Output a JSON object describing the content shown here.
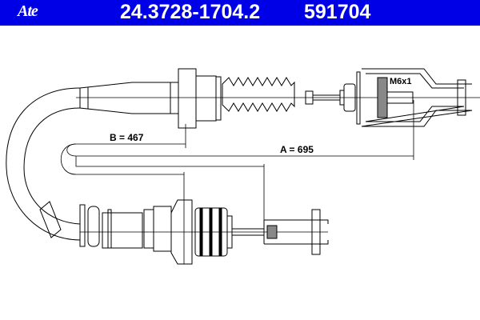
{
  "header": {
    "brand": "Ate",
    "part_number": "24.3728-1704.2",
    "article_number": "591704",
    "background": "#0000e6"
  },
  "drawing": {
    "dim_b": "B = 467",
    "dim_a": "A = 695",
    "thread": "M6x1"
  }
}
